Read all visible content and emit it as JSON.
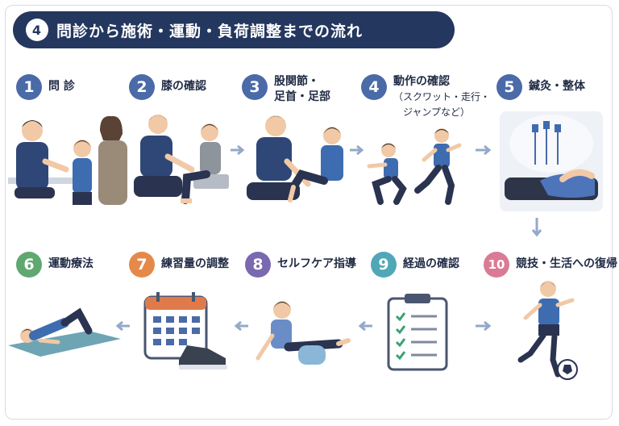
{
  "title": {
    "number": "4",
    "text": "問診から施術・運動・負荷調整までの流れ"
  },
  "colors": {
    "navy": "#24375f",
    "step_blue": "#4a6aa8",
    "step_green": "#5fa870",
    "step_orange": "#e5894b",
    "step_purple": "#7a68b0",
    "step_teal": "#4fa7b7",
    "step_pink": "#d97b95",
    "arrow": "#93a9c9"
  },
  "steps": [
    {
      "number": "1",
      "label": "問 診"
    },
    {
      "number": "2",
      "label": "膝の確認"
    },
    {
      "number": "3",
      "label": "股関節・",
      "label2": "足首・足部"
    },
    {
      "number": "4",
      "label": "動作の確認",
      "sub1": "（スクワット・走行・",
      "sub2": "ジャンプなど）"
    },
    {
      "number": "5",
      "label": "鍼灸・整体"
    },
    {
      "number": "6",
      "label": "運動療法"
    },
    {
      "number": "7",
      "label": "練習量の調整"
    },
    {
      "number": "8",
      "label": "セルフケア指導"
    },
    {
      "number": "9",
      "label": "経過の確認"
    },
    {
      "number": "10",
      "label": "競技・生活への復帰"
    }
  ],
  "icons": {
    "interview": "consultation-illustration",
    "knee": "knee-check-illustration",
    "hip": "hip-ankle-check-illustration",
    "movement": "squat-run-illustration",
    "acupuncture": "acupuncture-needles-illustration",
    "exercise": "bridge-exercise-illustration",
    "schedule": "calendar-shoe-illustration",
    "selfcare": "foam-roller-illustration",
    "progress": "checklist-clipboard-illustration",
    "return": "soccer-player-illustration"
  }
}
